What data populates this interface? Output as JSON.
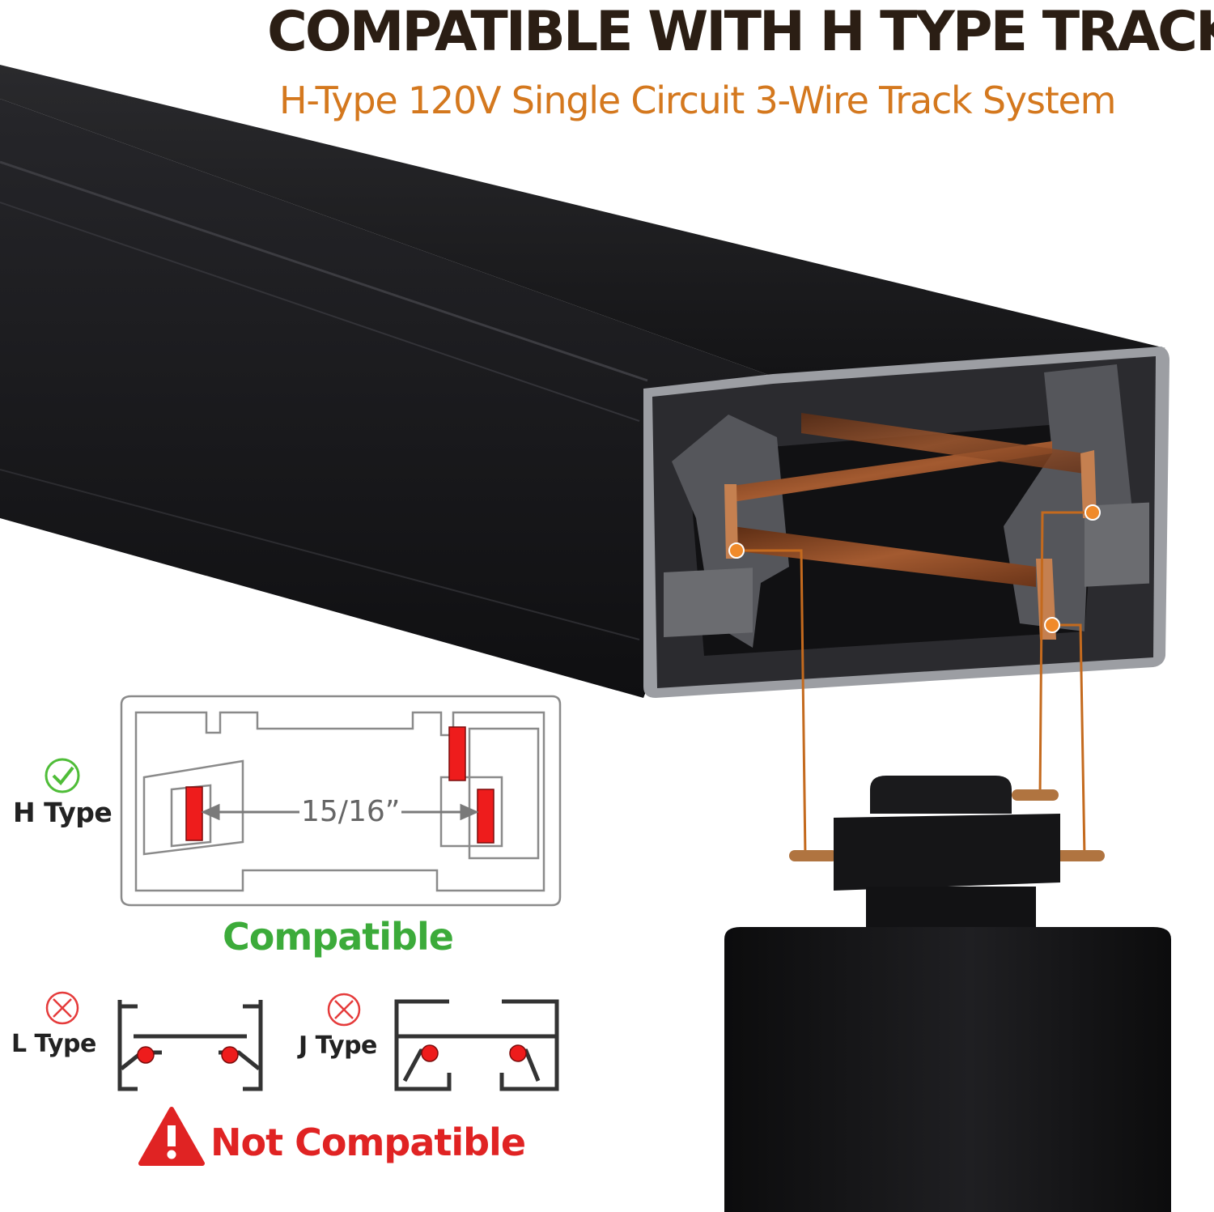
{
  "header": {
    "title": "COMPATIBLE WITH H TYPE TRACK",
    "subtitle": "H-Type 120V Single Circuit 3-Wire Track System"
  },
  "diagram": {
    "h_type_label": "H Type",
    "dimension_label": "15/16”",
    "compatible_label": "Compatible",
    "l_type_label": "L Type",
    "j_type_label": "J Type",
    "not_compatible_label": "Not Compatible"
  },
  "colors": {
    "title": "#2b1e14",
    "subtitle": "#d4781e",
    "compatible": "#3cab3a",
    "not_compatible": "#e02323",
    "contact": "#ee1c1c",
    "track": "#1b1b1d",
    "copper": "#8a4a25"
  },
  "icons": {
    "h_type_status": "check-circle-icon",
    "l_type_status": "x-circle-icon",
    "j_type_status": "x-circle-icon",
    "warning": "warning-triangle-icon"
  }
}
